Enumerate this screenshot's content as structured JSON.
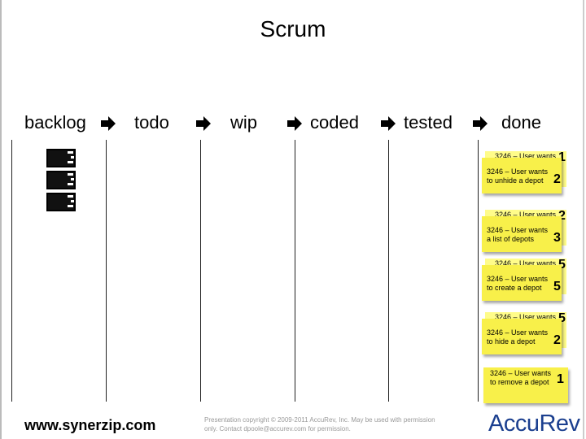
{
  "title": "Scrum",
  "columns": [
    {
      "label": "backlog"
    },
    {
      "label": "todo"
    },
    {
      "label": "wip"
    },
    {
      "label": "coded"
    },
    {
      "label": "tested"
    },
    {
      "label": "done"
    }
  ],
  "done_notes": [
    {
      "back_text": "3246 – User wants",
      "back_num": "1",
      "front_line1": "3246 – User wants",
      "front_line2": "to unhide a depot",
      "front_num": "2"
    },
    {
      "back_text": "3246 – User wants",
      "back_num": "2",
      "front_line1": "3246 – User wants",
      "front_line2": "a list of depots",
      "front_num": "3"
    },
    {
      "back_text": "3246 – User wants",
      "back_num": "5",
      "front_line1": "3246 – User wants",
      "front_line2": "to create a depot",
      "front_num": "5"
    },
    {
      "back_text": "3246 – User wants",
      "back_num": "5",
      "front_line1": "3246 – User wants",
      "front_line2": "to hide a depot",
      "front_num": "2"
    }
  ],
  "done_single_note": {
    "line1": "3246 – User wants",
    "line2": "to remove a depot",
    "num": "1"
  },
  "footer": {
    "url": "www.synerzip.com",
    "copyright": "Presentation copyright © 2009-2011 AccuRev, Inc. May be used with permission only. Contact dpoole@accurev.com for permission.",
    "logo": "AccuRev"
  },
  "colors": {
    "note_yellow": "#f8f04a",
    "note_back": "#fffc8a",
    "logo_blue": "#1b3f8f",
    "copyright_gray": "#9a9a9a"
  }
}
